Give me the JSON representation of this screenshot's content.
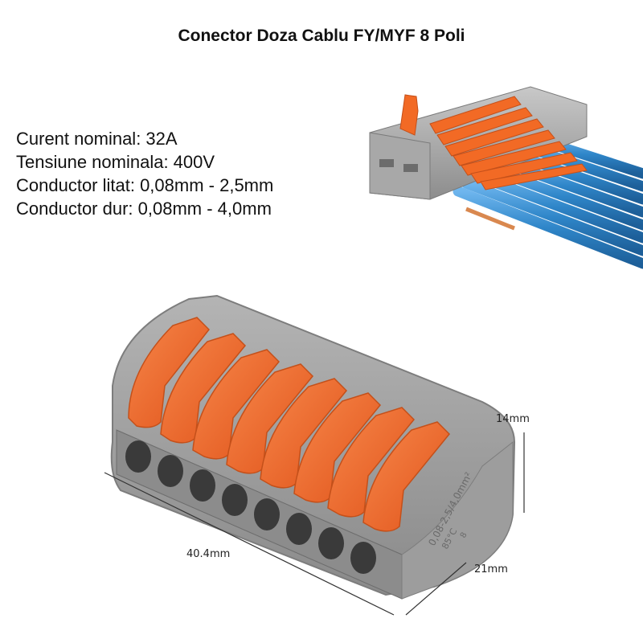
{
  "title": "Conector Doza Cablu FY/MYF 8 Poli",
  "specs": [
    "Curent nominal: 32A",
    "Tensiune nominala: 400V",
    "Conductor litat: 0,08mm - 2,5mm",
    "Conductor dur: 0,08mm - 4,0mm"
  ],
  "dimensions": {
    "length": "40.4mm",
    "height": "14mm",
    "depth": "21mm"
  },
  "side_marking": {
    "line1": "0,08-2,5/4,0mm²",
    "line2": "8",
    "line3": "85°C"
  },
  "colors": {
    "housing": "#9a9a9a",
    "lever": "#f26a25",
    "wire": "#2f86c9"
  }
}
